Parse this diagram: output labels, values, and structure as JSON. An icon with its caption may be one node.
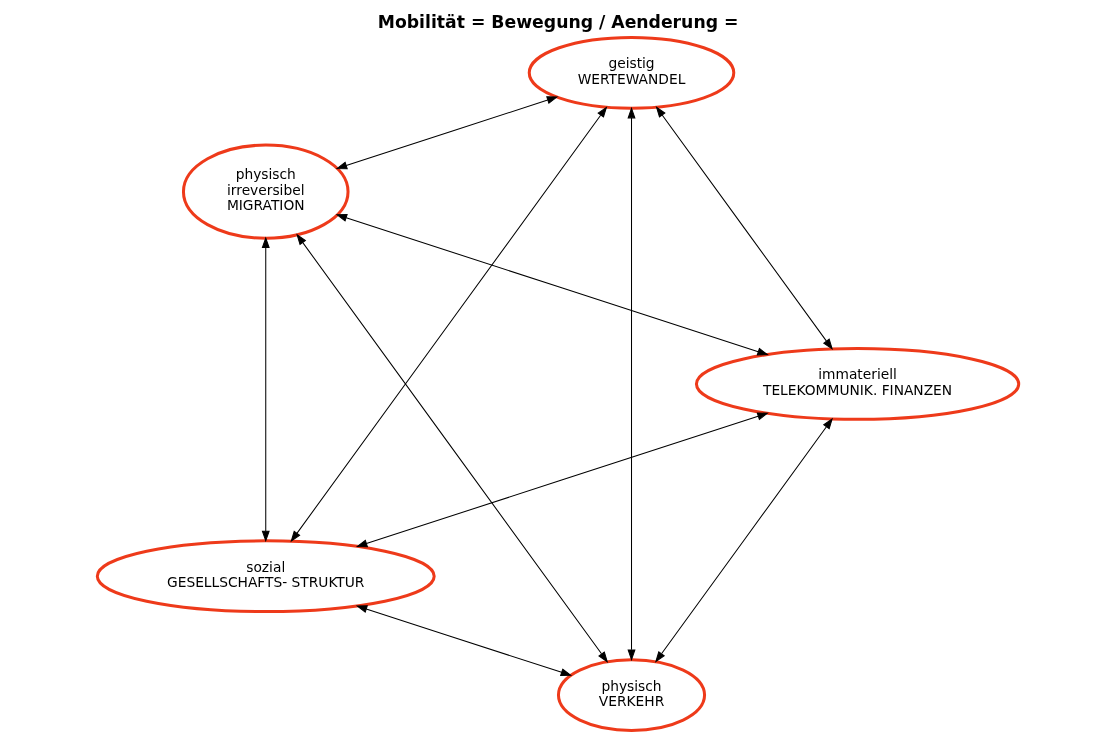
{
  "diagram": {
    "title": "Mobilität = Bewegung / Aenderung =",
    "nodes": [
      {
        "text": [
          "physisch",
          "VERKEHR"
        ]
      },
      {
        "text": [
          "immateriell",
          "TELEKOMMUNIK. FINANZEN"
        ]
      },
      {
        "text": [
          "physisch",
          "irreversibel",
          "MIGRATION"
        ]
      },
      {
        "text": [
          "geistig",
          "WERTEWANDEL"
        ]
      },
      {
        "text": [
          "sozial",
          "GESELLSCHAFTS- STRUKTUR"
        ]
      }
    ],
    "edges": [
      {
        "from": 1,
        "to": 0,
        "arrow": "both"
      },
      {
        "from": 0,
        "to": 2,
        "arrow": "both"
      },
      {
        "from": 1,
        "to": 2,
        "arrow": "both"
      },
      {
        "from": 0,
        "to": 3,
        "arrow": "both"
      },
      {
        "from": 0,
        "to": 4,
        "arrow": "both"
      },
      {
        "from": 1,
        "to": 4,
        "arrow": "both"
      },
      {
        "from": 2,
        "to": 3,
        "arrow": "both"
      },
      {
        "from": 1,
        "to": 3,
        "arrow": "both"
      },
      {
        "from": 2,
        "to": 4,
        "arrow": "both"
      },
      {
        "from": 3,
        "to": 4,
        "arrow": "both"
      }
    ]
  }
}
